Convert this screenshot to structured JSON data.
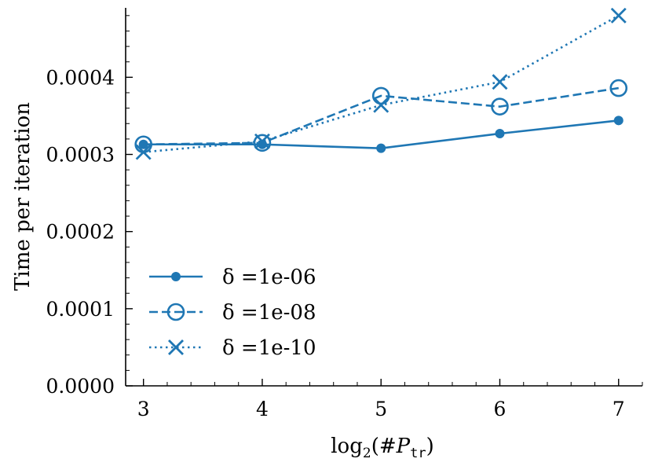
{
  "chart_data": {
    "type": "line",
    "title": "",
    "xlabel": "log2(#P_tr)",
    "xlabel_parts": {
      "main": "log",
      "sub": "2",
      "open": "(#",
      "script": "P",
      "script_sub": "tr",
      "close": ")"
    },
    "ylabel": "Time per iteration",
    "x": [
      3,
      4,
      5,
      6,
      7
    ],
    "xlim": [
      2.85,
      7.2
    ],
    "ylim": [
      0,
      0.00049
    ],
    "x_ticks": [
      3,
      4,
      5,
      6,
      7
    ],
    "y_ticks": [
      0.0,
      0.0001,
      0.0002,
      0.0003,
      0.0004
    ],
    "y_tick_labels": [
      "0.0000",
      "0.0001",
      "0.0002",
      "0.0003",
      "0.0004"
    ],
    "grid": false,
    "legend_position": "lower-left",
    "color": "#1f77b4",
    "series": [
      {
        "name": "δ =1e-06",
        "marker": "dot",
        "linestyle": "solid",
        "values": [
          0.000313,
          0.000313,
          0.000308,
          0.000327,
          0.000344
        ]
      },
      {
        "name": "δ =1e-08",
        "marker": "open-circle",
        "linestyle": "dashed",
        "values": [
          0.000313,
          0.000315,
          0.000376,
          0.000362,
          0.000386
        ]
      },
      {
        "name": "δ =1e-10",
        "marker": "x",
        "linestyle": "dotted",
        "values": [
          0.000303,
          0.000317,
          0.000364,
          0.000394,
          0.00048
        ]
      }
    ]
  }
}
